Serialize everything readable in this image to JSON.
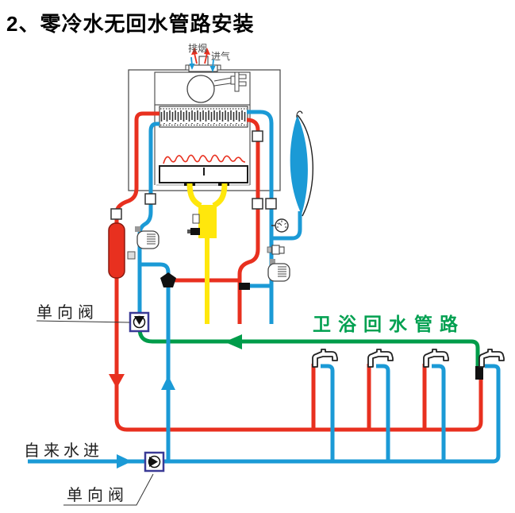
{
  "title": "2、零冷水无回水管路安装",
  "diagram": {
    "labels": {
      "exhaust": "排烟",
      "intake": "进气",
      "check_valve_upper": "单向阀",
      "return_line": "卫浴回水管路",
      "tap_water_inlet": "自来水进",
      "check_valve_lower": "单向阀"
    },
    "colors": {
      "hot_water": "#e8301f",
      "cold_water": "#1b9ad6",
      "return_water": "#009c4a",
      "gas": "#ffe70c",
      "label_green": "#00a050",
      "valve_frame": "#3a3a96"
    }
  }
}
